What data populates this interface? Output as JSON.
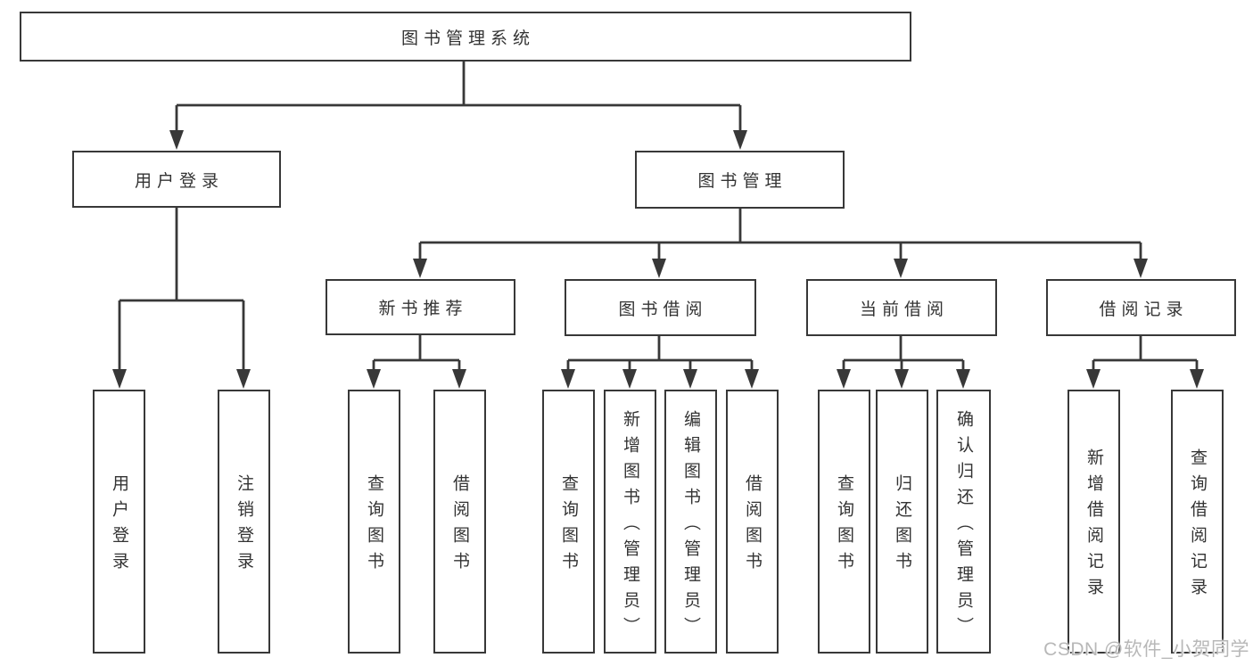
{
  "tree": {
    "root": {
      "label": "图书管理系统"
    },
    "user_login": {
      "label": "用户登录",
      "children": [
        "用户登录",
        "注销登录"
      ]
    },
    "book_mgmt": {
      "label": "图书管理",
      "sections": [
        {
          "label": "新书推荐",
          "children": [
            "查询图书",
            "借阅图书"
          ]
        },
        {
          "label": "图书借阅",
          "children": [
            "查询图书",
            "新增图书（管理员）",
            "编辑图书（管理员）",
            "借阅图书"
          ]
        },
        {
          "label": "当前借阅",
          "children": [
            "查询图书",
            "归还图书",
            "确认归还（管理员）"
          ]
        },
        {
          "label": "借阅记录",
          "children": [
            "新增借阅记录",
            "查询借阅记录"
          ]
        }
      ]
    }
  },
  "watermark": "CSDN @软件_小贺同学",
  "colors": {
    "line": "#383838",
    "text": "#333333",
    "background": "#ffffff",
    "watermark": "#b8b8b8"
  }
}
